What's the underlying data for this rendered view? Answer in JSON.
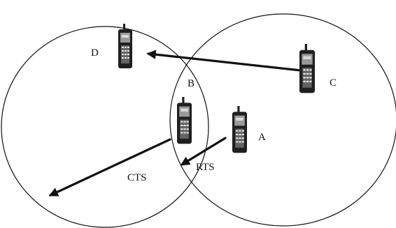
{
  "labels": {
    "d": "D",
    "b": "B",
    "c": "C",
    "a": "A",
    "cts": "CTS",
    "rts": "RTS"
  },
  "icons": {
    "phone": "mobile-phone-icon"
  },
  "colors": {
    "ink": "#111111",
    "background": "#ffffff"
  }
}
